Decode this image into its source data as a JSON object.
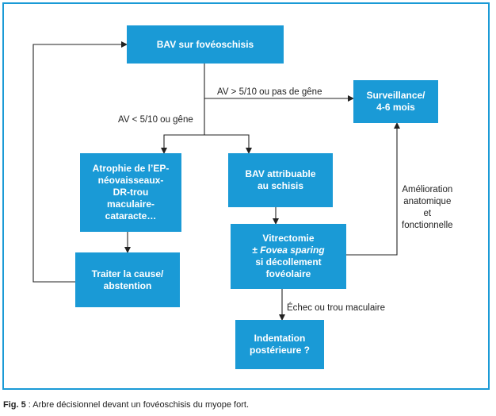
{
  "nodes": {
    "bav": [
      "BAV sur fovéoschisis"
    ],
    "surveillance": [
      "Surveillance/",
      "4-6 mois"
    ],
    "atrophie": [
      "Atrophie de l’EP-",
      "néovaisseaux-",
      "DR-trou",
      "maculaire-",
      "cataracte…"
    ],
    "bav_schisis": [
      "BAV attribuable",
      "au schisis"
    ],
    "traiter": [
      "Traiter la cause/",
      "abstention"
    ],
    "vitrectomie": {
      "line1": "Vitrectomie",
      "line2_prefix": "± ",
      "line2_italic": "Fovea sparing",
      "line3": "si décollement",
      "line4": "fovéolaire"
    },
    "indentation": [
      "Indentation",
      "postérieure ?"
    ]
  },
  "edge_labels": {
    "av_sup": "AV > 5/10 ou pas de gêne",
    "av_inf": "AV < 5/10 ou gêne",
    "amelioration": [
      "Amélioration",
      "anatomique",
      "et",
      "fonctionnelle"
    ],
    "echec": "Échec ou trou maculaire"
  },
  "caption": {
    "label": "Fig. 5",
    "text": " : Arbre décisionnel devant un fovéoschisis du myope fort."
  },
  "colors": {
    "box": "#1a9ad6",
    "frame": "#1a9ad6",
    "line": "#222222"
  }
}
